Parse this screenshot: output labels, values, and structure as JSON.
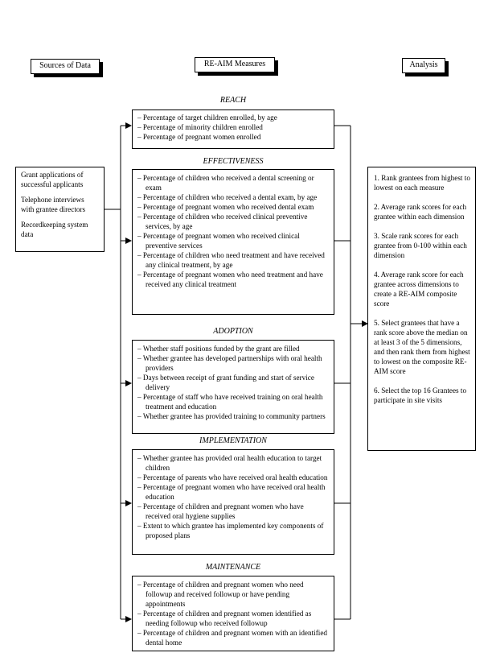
{
  "headers": {
    "sources": "Sources of Data",
    "measures": "RE-AIM Measures",
    "analysis": "Analysis"
  },
  "sources": {
    "items": [
      "Grant applications of successful applicants",
      "Telephone interviews with grantee directors",
      "Recordkeeping system data"
    ]
  },
  "dimensions": [
    {
      "title": "REACH",
      "items": [
        "Percentage of target children enrolled, by age",
        "Percentage of minority children enrolled",
        "Percentage of pregnant women enrolled"
      ]
    },
    {
      "title": "EFFECTIVENESS",
      "items": [
        "Percentage of children who received a dental screening or exam",
        "Percentage of children who received a dental exam, by age",
        "Percentage of pregnant women who received dental exam",
        "Percentage of children who received clinical preventive services, by age",
        "Percentage of pregnant women who received clinical preventive services",
        "Percentage of children who need treatment and have received any clinical treatment, by age",
        "Percentage of pregnant women who need treatment and have received any clinical treatment"
      ]
    },
    {
      "title": "ADOPTION",
      "items": [
        "Whether staff positions funded by the grant are filled",
        "Whether grantee has developed partnerships with oral health providers",
        "Days between receipt of grant funding and start of service delivery",
        "Percentage of staff who have received training on oral health treatment and education",
        "Whether grantee has provided training to community partners"
      ]
    },
    {
      "title": "IMPLEMENTATION",
      "items": [
        "Whether grantee has provided oral health education to target children",
        "Percentage of parents who have received oral health education",
        "Percentage of pregnant women who have received oral health education",
        "Percentage of children and pregnant women who have received oral hygiene supplies",
        "Extent to which grantee has implemented key components of proposed plans"
      ]
    },
    {
      "title": "MAINTENANCE",
      "items": [
        "Percentage of children and pregnant women who need followup and received followup or have pending appointments",
        "Percentage of children and pregnant women identified as needing followup who received followup",
        "Percentage of children and pregnant women with an identified dental home"
      ]
    }
  ],
  "analysis": {
    "steps": [
      "1. Rank grantees from highest to lowest on each measure",
      "2. Average rank scores for each grantee within each dimension",
      "3. Scale rank scores for each grantee from 0-100 within each dimension",
      "4. Average rank score for each grantee across dimensions to create a RE-AIM composite score",
      "5. Select grantees that have a rank score above the median on at least 3 of the 5 dimensions, and then rank them from highest to lowest on the composite RE-AIM score",
      "6. Select the top 16 Grantees to participate in site visits"
    ]
  }
}
